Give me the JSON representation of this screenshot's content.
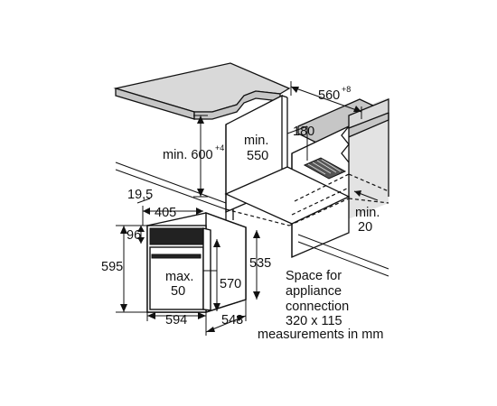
{
  "dimensions": {
    "niche_width": "560",
    "niche_width_tolerance": "+8",
    "niche_height": "min. 600",
    "niche_height_tolerance": "+4",
    "niche_depth_line1": "min.",
    "niche_depth_line2": "550",
    "vent_opening": "180",
    "side_clearance_line1": "min.",
    "side_clearance_line2": "20",
    "panel_offset": "19,5",
    "control_depth": "405",
    "top_to_handle": "96",
    "appliance_height": "595",
    "door_depth_line1": "max.",
    "door_depth_line2": "50",
    "inner_height": "570",
    "body_height": "535",
    "appliance_width": "594",
    "body_depth": "548"
  },
  "notes": {
    "line1": "Space for",
    "line2": "appliance",
    "line3": "connection",
    "line4": "320 x 115",
    "units": "measurements in mm"
  }
}
